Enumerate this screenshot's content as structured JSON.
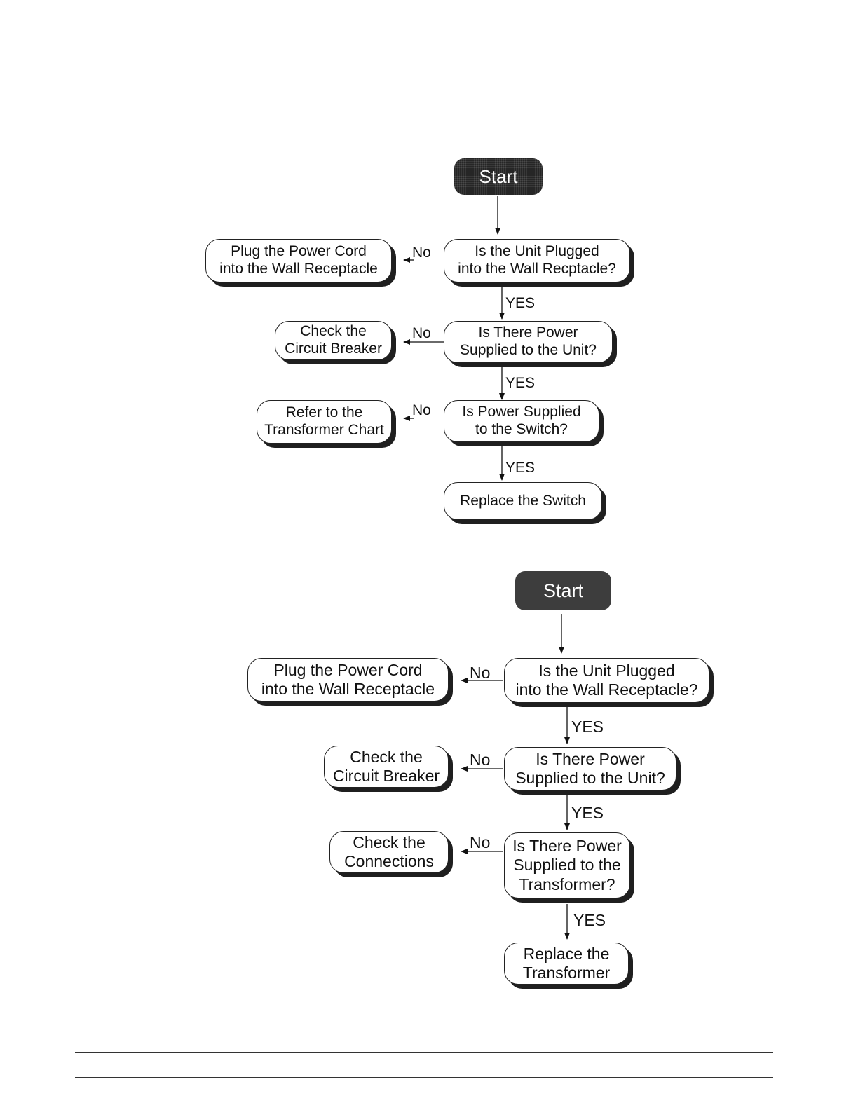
{
  "chart1": {
    "start": "Start",
    "q1": "Is the Unit Plugged\ninto the Wall Recptacle?",
    "a1": "Plug the Power Cord\ninto the Wall Receptacle",
    "q2": "Is There Power\nSupplied to the Unit?",
    "a2": "Check the\nCircuit Breaker",
    "q3": "Is Power Supplied\nto the Switch?",
    "a3": "Refer to the\nTransformer Chart",
    "end": "Replace the Switch",
    "no": "No",
    "yes": "YES"
  },
  "chart2": {
    "start": "Start",
    "q1": "Is the Unit Plugged\ninto the Wall Receptacle?",
    "a1": "Plug the Power Cord\ninto the Wall Receptacle",
    "q2": "Is There Power\nSupplied to the Unit?",
    "a2": "Check the\nCircuit Breaker",
    "q3": "Is There Power\nSupplied to the\nTransformer?",
    "a3": "Check the\nConnections",
    "end": "Replace the\nTransformer",
    "no": "No",
    "yes": "YES"
  }
}
